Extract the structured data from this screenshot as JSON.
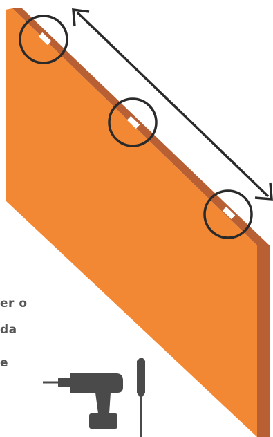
{
  "colors": {
    "panel_front": "#F28834",
    "panel_edge": "#B85F33",
    "marker_ring": "#2A2A2A",
    "arrow": "#2A2A2A",
    "hinge_marker": "#FFFFFF",
    "tool_body": "#4A4A4A",
    "text": "#555555"
  },
  "text_fragments": {
    "line1": "er o",
    "line2": "da",
    "line3": "e"
  },
  "illustration": {
    "panel": "orange-board",
    "markers": [
      "hinge-marker",
      "hinge-marker",
      "hinge-marker"
    ],
    "tools": [
      "drill-icon",
      "screwdriver-icon"
    ],
    "measure_arrow": "double-arrow-icon"
  }
}
